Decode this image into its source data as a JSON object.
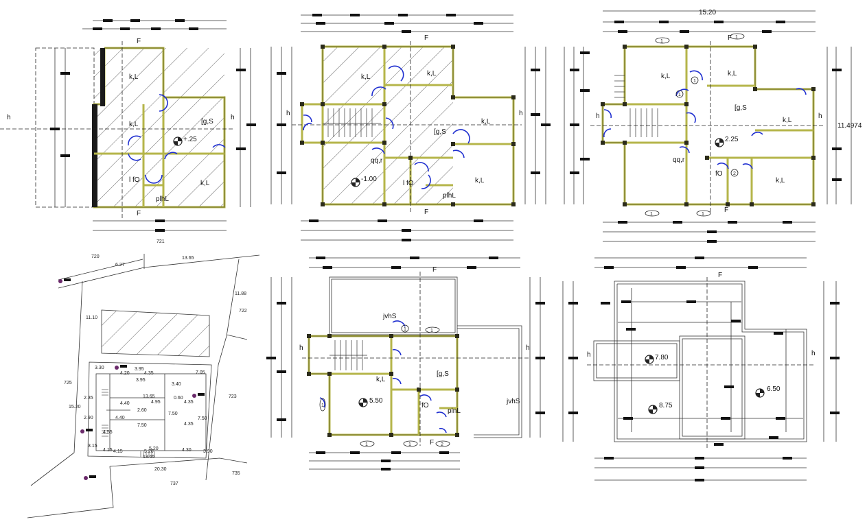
{
  "drawing": {
    "top_left_plan": {
      "section_mark": "F",
      "axis_mark": "h",
      "rooms": [
        "k,L",
        "k,L",
        "[g,S",
        "l fO",
        "k,L",
        "plhL"
      ],
      "level": "+.25",
      "bottom_dim": "721"
    },
    "top_middle_plan": {
      "section_mark": "F",
      "axis_mark": "h",
      "rooms": [
        "k,L",
        "k,L",
        "[g,S",
        "k,L",
        "qq,r",
        "l fO",
        "k,L",
        "plhL"
      ],
      "level": "-1.00"
    },
    "top_right_plan": {
      "top_dim": "15.20",
      "right_dim": "11.4974",
      "section_mark": "F",
      "axis_mark": "h",
      "rooms": [
        "k,L",
        "k,L",
        "[g,S",
        "k,L",
        "qq,r",
        "fO",
        "k,L"
      ],
      "level": "2.25",
      "tags": [
        "1",
        "1",
        "1",
        "1",
        "2",
        "1",
        "1"
      ]
    },
    "site_plan": {
      "boundary_dims": [
        "720",
        "6.27",
        "13.65",
        "11.88",
        "722",
        "11.10",
        "725",
        "723",
        "15.20",
        "20.30",
        "735",
        "737"
      ],
      "inner_dims": [
        "3.30",
        "4.20",
        "3.95",
        "4.35",
        "3.40",
        "7.05",
        "4.35",
        "5.20",
        "2.35",
        "13.65",
        "0.60",
        "4.40",
        "4.95",
        "4.35",
        "2.90",
        "4.40",
        "2.60",
        "7.50",
        "7.50",
        "4.55",
        "7.50",
        "5.20",
        "3.15",
        "4.15",
        "13.65",
        "4.30",
        "3.95",
        "4.15",
        "3.90"
      ]
    },
    "bottom_middle_plan": {
      "section_mark": "F",
      "axis_mark": "h",
      "rooms": [
        "jvhS",
        "k,L",
        "[g,S",
        "fO",
        "plnL",
        "jvhS"
      ],
      "level": "5.50",
      "tags": [
        "1",
        "1",
        "1",
        "1",
        "1",
        "2"
      ]
    },
    "roof_plan": {
      "section_mark": "F",
      "axis_mark": "h",
      "levels": [
        "7.80",
        "8.75",
        "6.50"
      ]
    }
  },
  "colors": {
    "wall": "#b5b54a",
    "door": "#1f2fd0",
    "column": "#2b2b1a",
    "hatch": "#555555"
  }
}
